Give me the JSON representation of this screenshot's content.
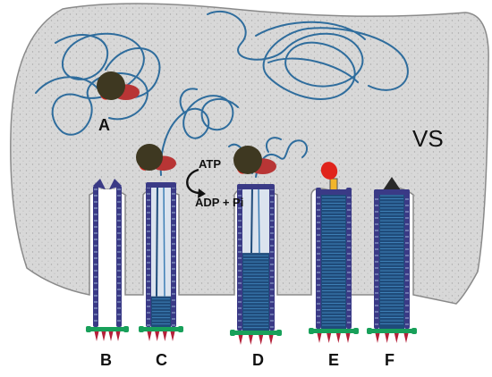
{
  "labels": {
    "A": "A",
    "B": "B",
    "C": "C",
    "D": "D",
    "E": "E",
    "F": "F",
    "region": "VS",
    "atp": "ATP",
    "adp": "ADP + Pi"
  },
  "colors": {
    "cell": "#dcdcdc",
    "cell_outline": "#8a8a8a",
    "strand": "#2f6d9d",
    "tube": "#1f4b7a",
    "tube_inner": "#3e7fb6",
    "tube_edge": "#3a3a86",
    "protein_dark": "#3e3821",
    "protein_red": "#b83535",
    "cap_red": "#e0231b",
    "base_green": "#18a05a",
    "base_tip": "#b5203a",
    "tip_black": "#2a2a2a",
    "plug_yellow": "#f2b52b"
  }
}
